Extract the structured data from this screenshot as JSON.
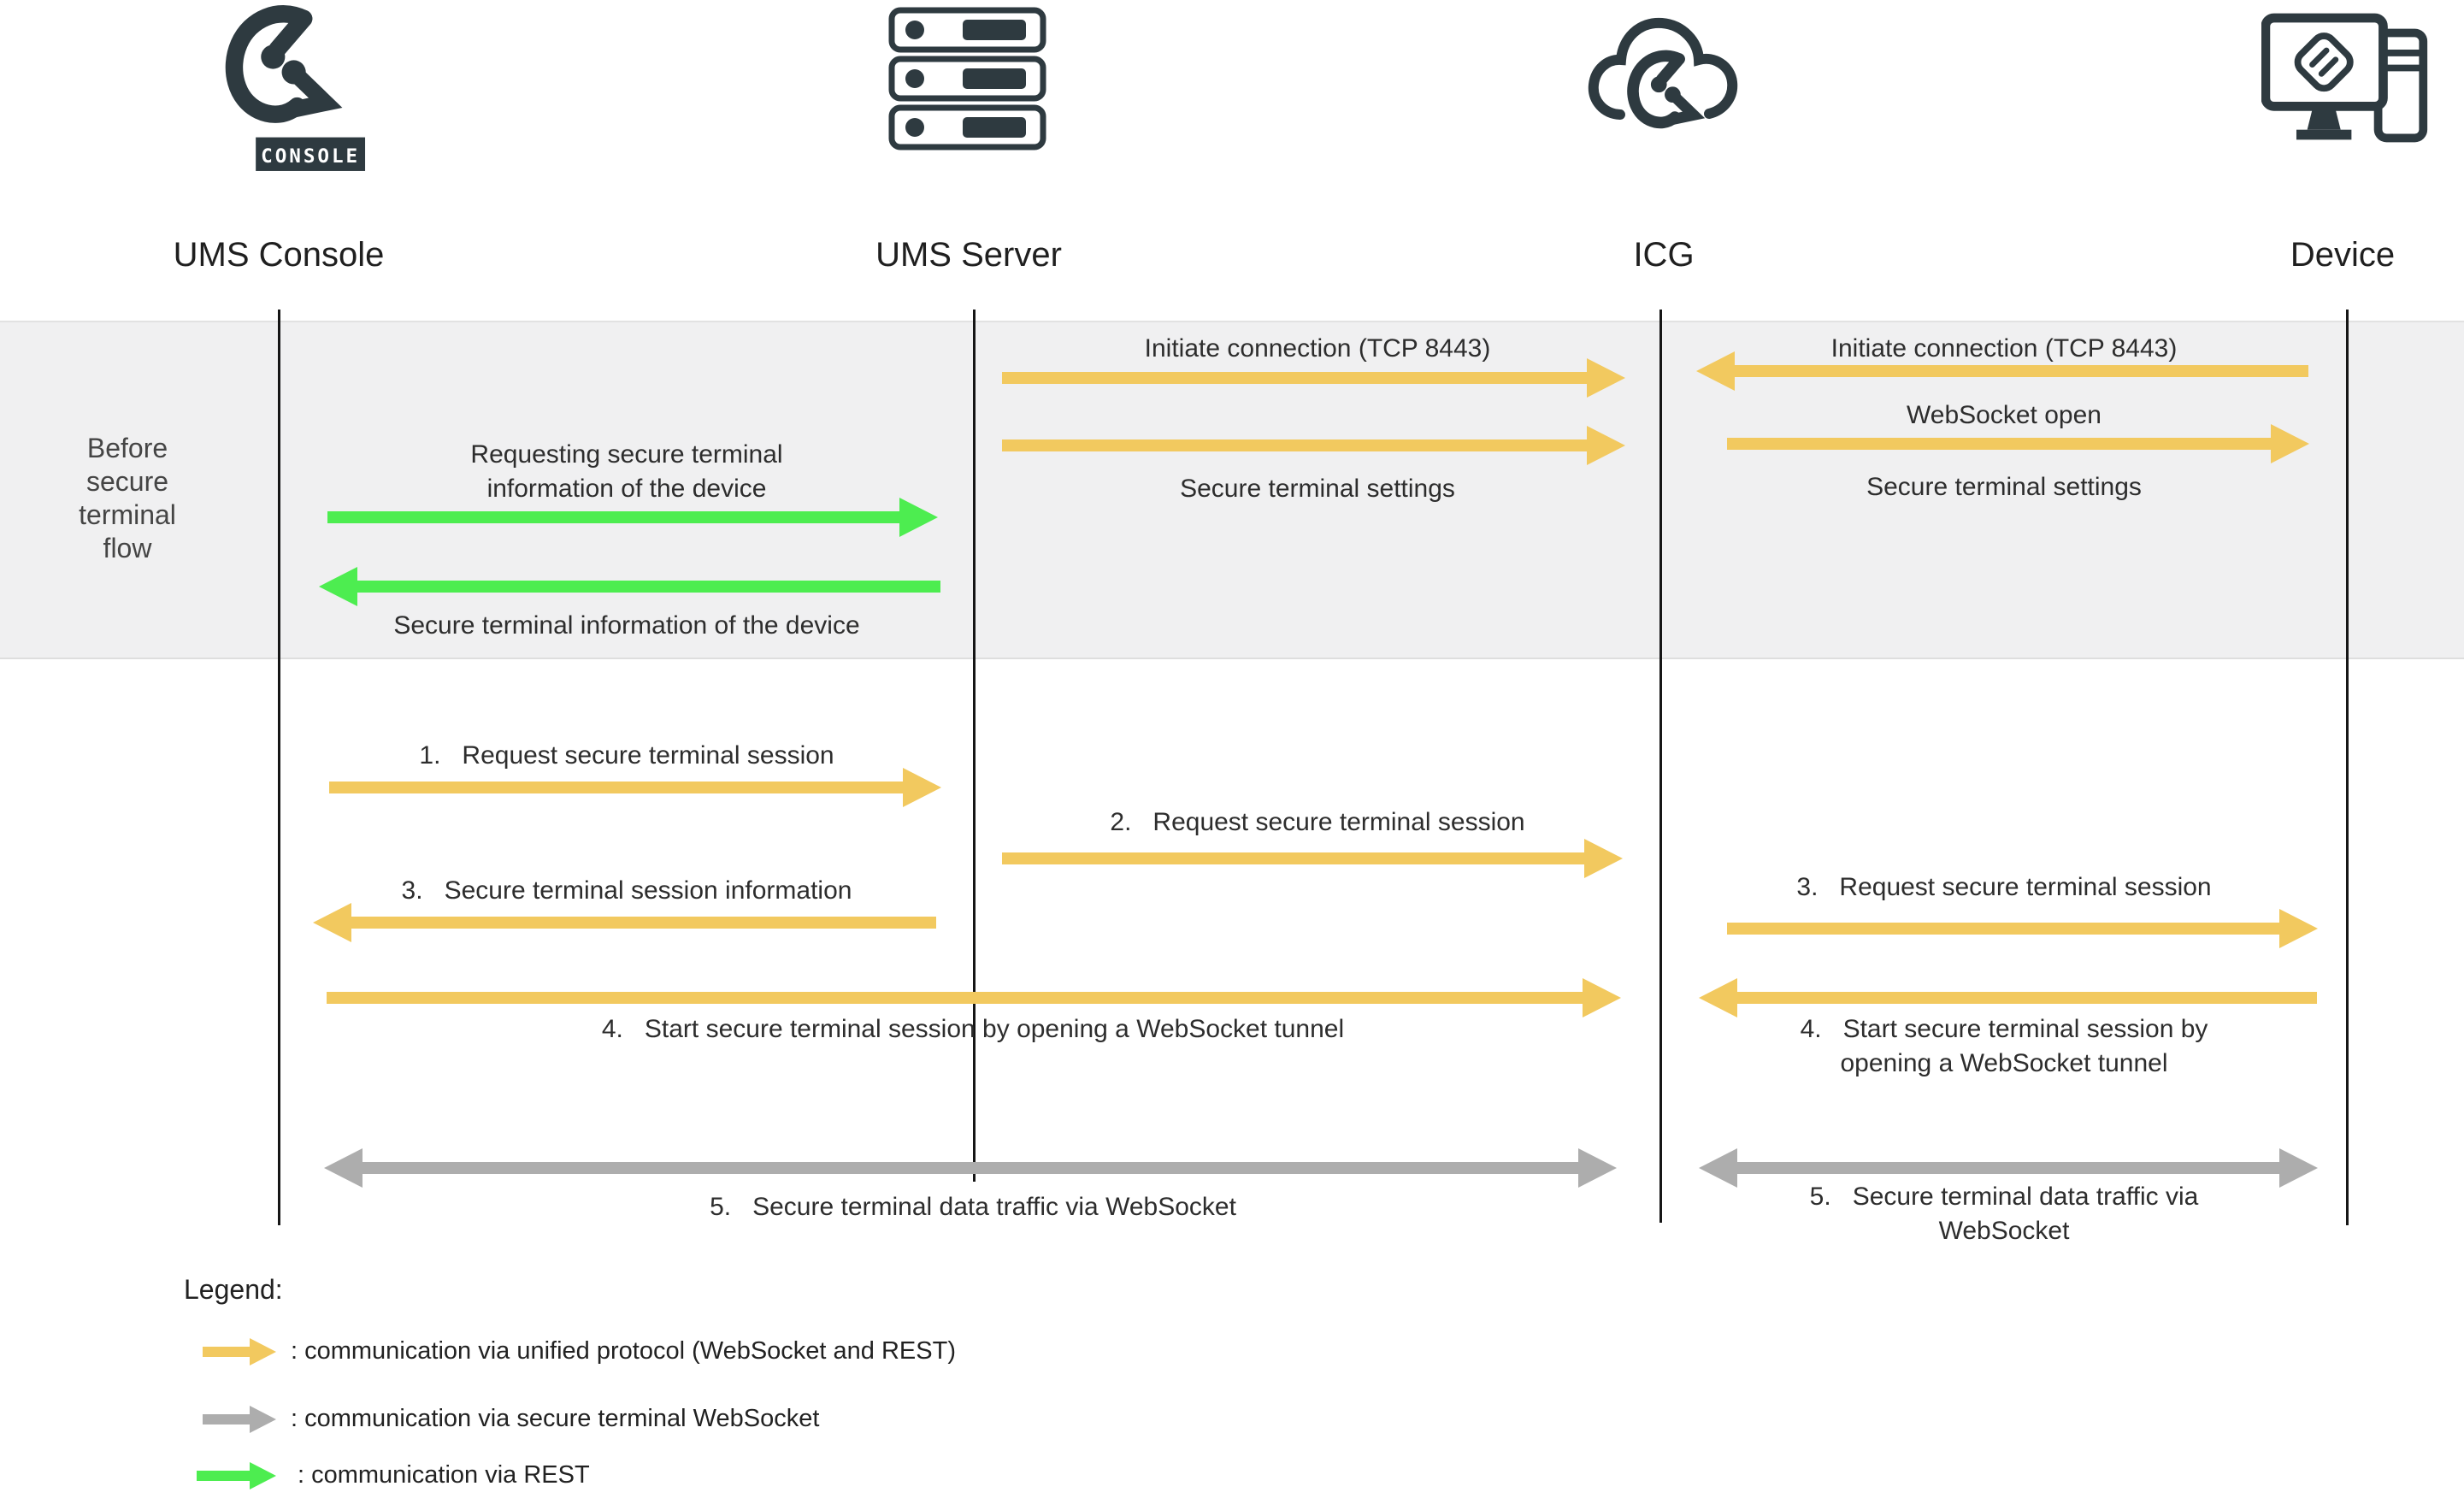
{
  "colors": {
    "unified": "#F2C95F",
    "secure": "#ADADAD",
    "rest": "#4DED50",
    "dark": "#2E3A40"
  },
  "entities": {
    "console": {
      "label": "UMS Console",
      "badge": "CONSOLE"
    },
    "server": {
      "label": "UMS Server"
    },
    "icg": {
      "label": "ICG"
    },
    "device": {
      "label": "Device"
    }
  },
  "phase": {
    "label": "Before\nsecure\nterminal\nflow"
  },
  "messages": {
    "init_server_icg": "Initiate connection (TCP 8443)",
    "settings_server_icg": "Secure terminal settings",
    "init_device_icg": "Initiate connection (TCP 8443)",
    "ws_open": "WebSocket open",
    "settings_icg_device": "Secure terminal settings",
    "req_info": "Requesting secure terminal\ninformation of the device",
    "info": "Secure terminal information of the device",
    "s1": "1.   Request secure terminal session",
    "s2": "2.   Request secure terminal session",
    "s3_left": "3.   Secure terminal session information",
    "s3_right": "3.   Request secure terminal session",
    "s4_left": "4.   Start secure terminal session by opening a WebSocket tunnel",
    "s4_right": "4.   Start secure terminal session by\nopening a WebSocket tunnel",
    "s5_left": "5.   Secure terminal data traffic via WebSocket",
    "s5_right": "5.   Secure terminal data traffic via\nWebSocket"
  },
  "legend": {
    "title": "Legend:",
    "unified": ": communication via unified protocol (WebSocket and REST)",
    "secure_ws": ": communication via secure terminal WebSocket",
    "rest": ": communication via REST"
  }
}
